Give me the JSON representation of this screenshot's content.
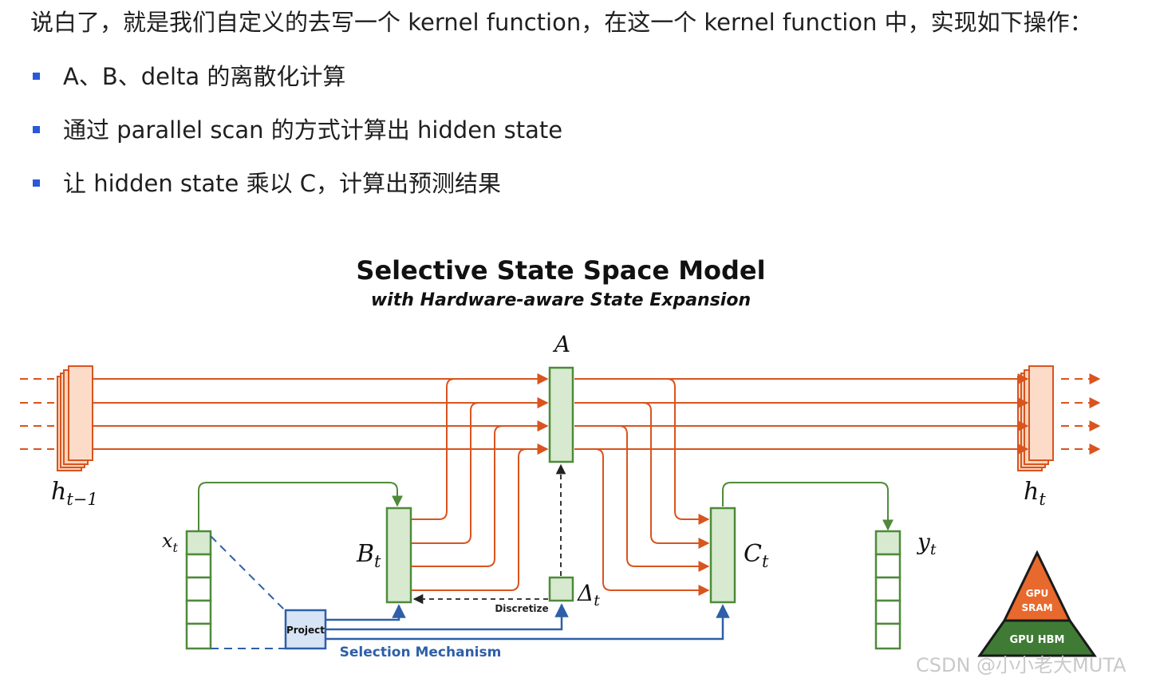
{
  "intro_text": "说白了，就是我们自定义的去写一个 kernel function，在这一个 kernel function 中，实现如下操作：",
  "bullets": [
    "A、B、delta 的离散化计算",
    "通过 parallel scan 的方式计算出 hidden state",
    "让 hidden state 乘以 C，计算出预测结果"
  ],
  "figure": {
    "title": "Selective State Space Model",
    "subtitle": "with Hardware-aware State Expansion",
    "labels": {
      "A": "A",
      "h_prev": "h",
      "h_prev_sub": "t−1",
      "h_t": "h",
      "h_t_sub": "t",
      "x_t": "x",
      "x_t_sub": "t",
      "B_t": "B",
      "B_t_sub": "t",
      "C_t": "C",
      "C_t_sub": "t",
      "delta_t": "Δ",
      "delta_t_sub": "t",
      "y_t": "y",
      "y_t_sub": "t",
      "project": "Project",
      "discretize": "Discretize",
      "selection": "Selection Mechanism",
      "gpu_sram_1": "GPU",
      "gpu_sram_2": "SRAM",
      "gpu_hbm": "GPU HBM"
    },
    "colors": {
      "state_orange": "#d9541e",
      "state_fill": "#fbd5bd",
      "param_green": "#4f8a3a",
      "param_fill": "#d7ead0",
      "selection_blue": "#2e5fa8",
      "project_fill": "#d6e4f5",
      "sram_orange": "#e8692d",
      "hbm_green": "#3f7b35"
    }
  },
  "watermark": "CSDN @小小老大MUTA",
  "bullet_color": "#2b59d6"
}
